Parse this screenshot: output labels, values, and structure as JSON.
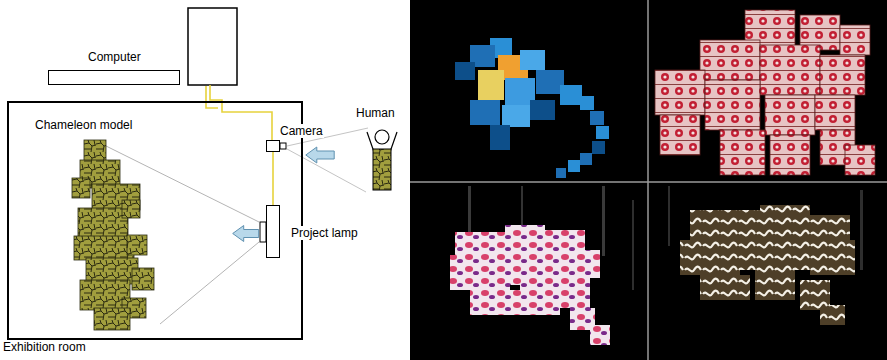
{
  "diagram": {
    "nodes": [
      {
        "text": [
          "Computer"
        ]
      },
      {
        "text": [
          "Exhibition room"
        ]
      },
      {
        "text": [
          "Chameleon model"
        ],
        "in": 1
      },
      {
        "text": [
          "Camera"
        ],
        "in": 1
      },
      {
        "text": [
          "Human"
        ]
      },
      {
        "text": [
          "Project lamp"
        ],
        "in": 1
      }
    ],
    "edges": [
      {
        "from": 4,
        "to": 3,
        "arrow": "to"
      },
      {
        "from": 5,
        "to": 2,
        "arrow": "to"
      },
      {
        "from": 3,
        "to": 5,
        "arrow": "none"
      }
    ]
  }
}
